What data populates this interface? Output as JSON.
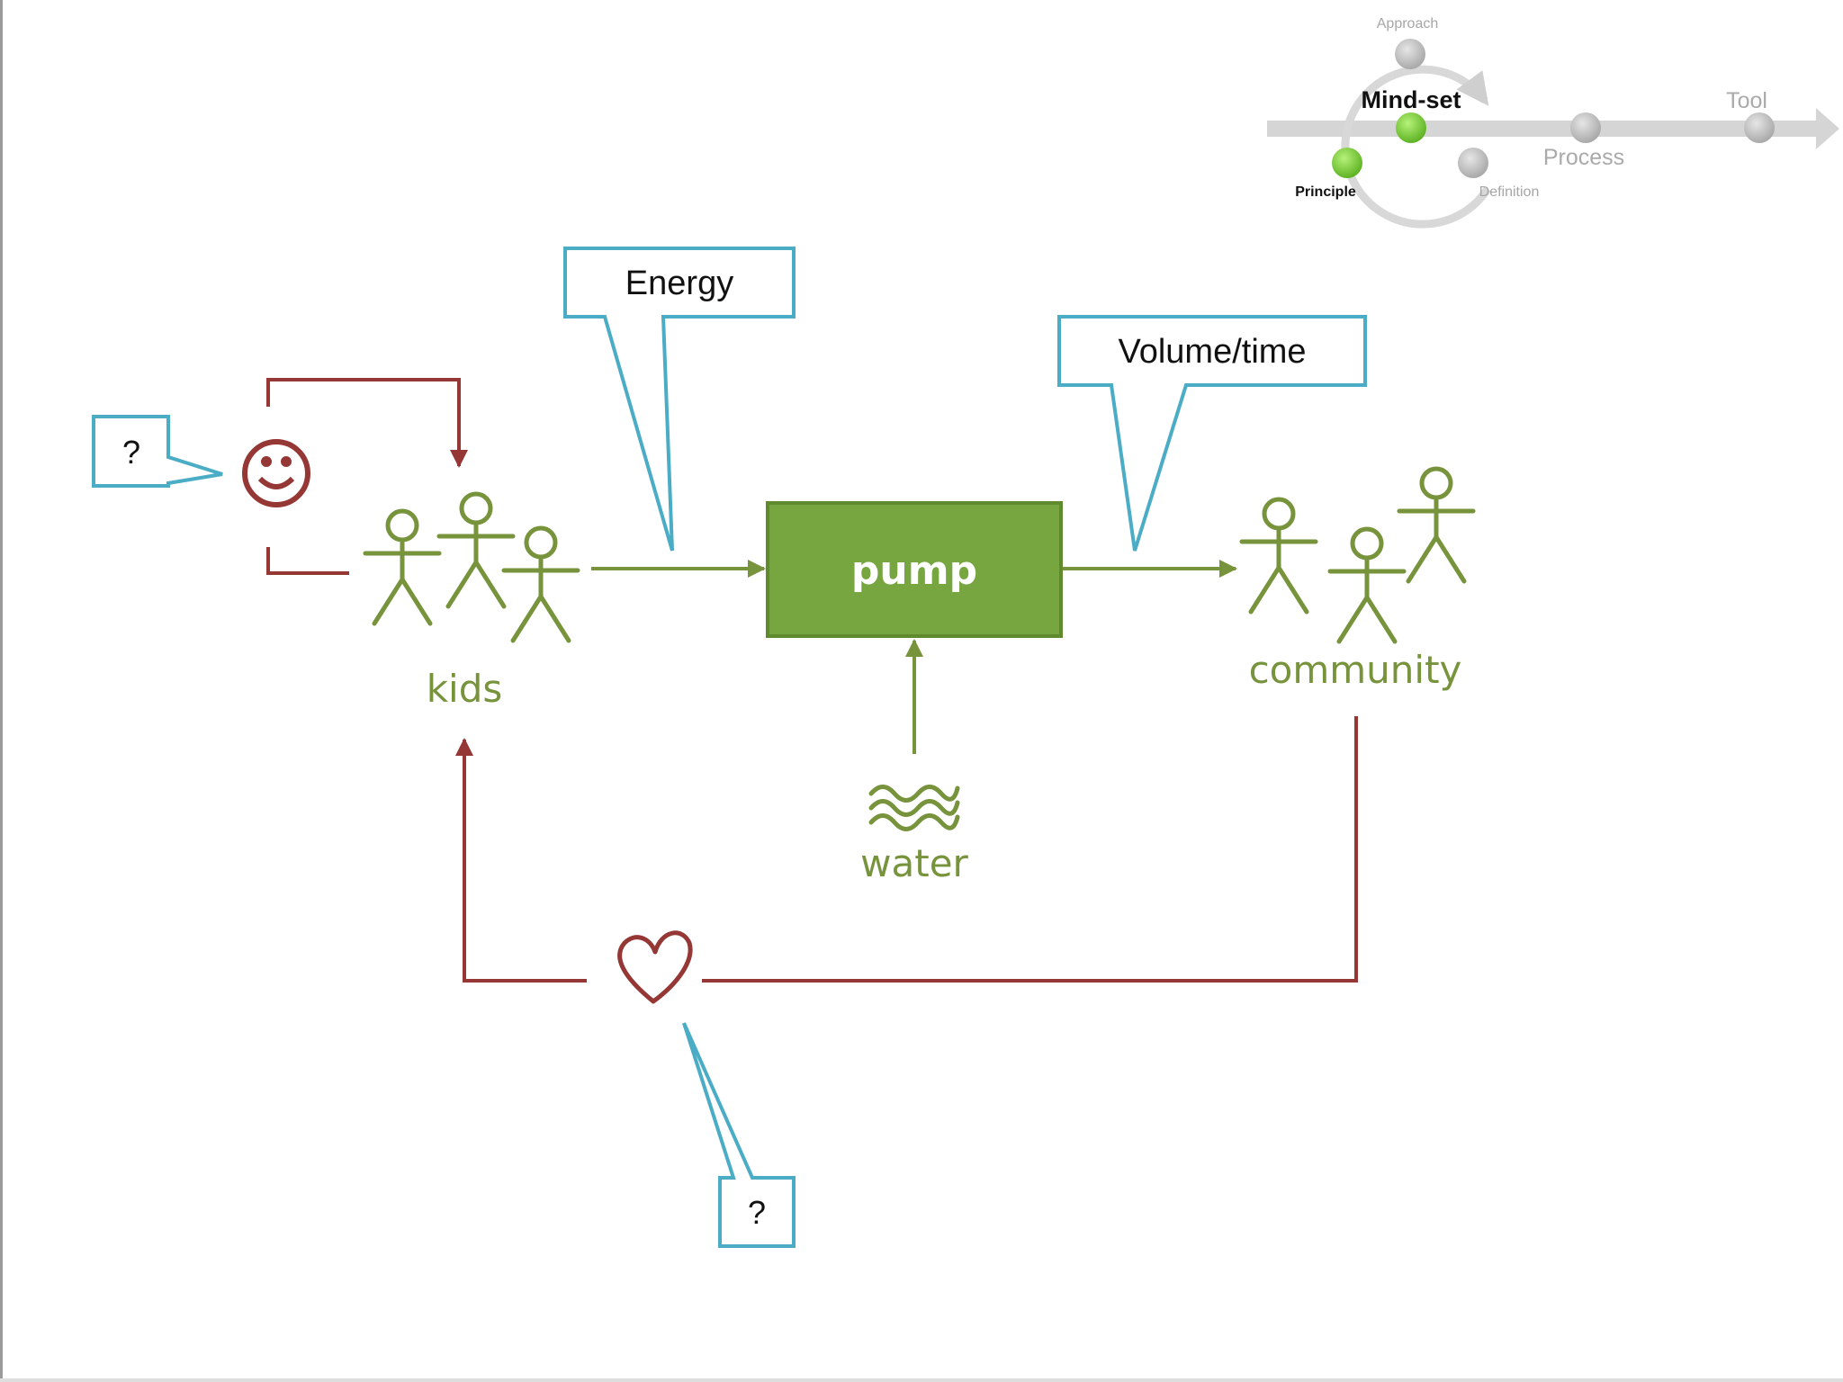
{
  "navigator": {
    "approach": "Approach",
    "mindset": "Mind-set",
    "principle": "Principle",
    "definition": "Definition",
    "process": "Process",
    "tool": "Tool"
  },
  "diagram": {
    "pump": "pump",
    "kids": "kids",
    "community": "community",
    "water": "water",
    "energy": "Energy",
    "volume_time": "Volume/time",
    "question_left": "?",
    "question_bottom": "?"
  },
  "colors": {
    "green": "#77933c",
    "pump_fill": "#77a540",
    "feedback_red": "#953735",
    "callout_blue": "#4bacc6",
    "nav_gray": "#c8c8c8",
    "nav_active": "#7dd33a"
  }
}
